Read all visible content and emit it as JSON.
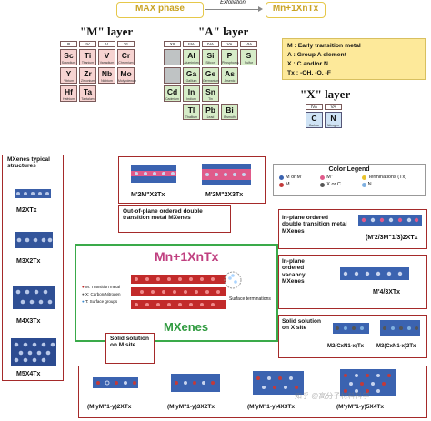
{
  "header": {
    "max_phase": "MAX phase",
    "exfoliation": "Exfoliation",
    "mxene_formula": "Mn+1XnTx"
  },
  "layers": {
    "m_title": "\"M\" layer",
    "a_title": "\"A\" layer",
    "x_title": "\"X\" layer"
  },
  "m_groups": [
    "III",
    "IV",
    "V",
    "VI"
  ],
  "m_elements": [
    {
      "sym": "Sc",
      "name": "Scandium"
    },
    {
      "sym": "Ti",
      "name": "Titanium"
    },
    {
      "sym": "V",
      "name": "Vanadium"
    },
    {
      "sym": "Cr",
      "name": "Chromium"
    },
    {
      "sym": "Y",
      "name": "Yttrium"
    },
    {
      "sym": "Zr",
      "name": "Zirconium"
    },
    {
      "sym": "Nb",
      "name": "Niobium"
    },
    {
      "sym": "Mo",
      "name": "Molybdenum"
    },
    {
      "sym": "Hf",
      "name": "Hafnium"
    },
    {
      "sym": "Ta",
      "name": "Tantalum"
    }
  ],
  "a_groups": [
    "XII",
    "IIIA",
    "IVA",
    "VA",
    "VIA"
  ],
  "a_elements": [
    {
      "sym": "Al",
      "name": "Aluminium"
    },
    {
      "sym": "Si",
      "name": "Silicon"
    },
    {
      "sym": "P",
      "name": "Phosphorus"
    },
    {
      "sym": "S",
      "name": "Sulfur"
    },
    {
      "sym": "Ga",
      "name": "Gallium"
    },
    {
      "sym": "Ge",
      "name": "Germanium"
    },
    {
      "sym": "As",
      "name": "Arsenic"
    },
    {
      "sym": "Cd",
      "name": "Cadmium"
    },
    {
      "sym": "In",
      "name": "Indium"
    },
    {
      "sym": "Sn",
      "name": "Tin"
    },
    {
      "sym": "Tl",
      "name": "Thallium"
    },
    {
      "sym": "Pb",
      "name": "Lead"
    },
    {
      "sym": "Bi",
      "name": "Bismuth"
    }
  ],
  "x_groups": [
    "IVA",
    "VA"
  ],
  "x_elements": [
    {
      "sym": "C",
      "name": "Carbon"
    },
    {
      "sym": "N",
      "name": "Nitrogen"
    }
  ],
  "key": {
    "line1": "M : Early transition metal",
    "line2": "A : Group A element",
    "line3": "X : C and/or N",
    "line4": "Tx : -OH, -O, -F"
  },
  "typical": {
    "title": "MXenes typical structures",
    "f1": "M2XTx",
    "f2": "M3X2Tx",
    "f3": "M4X3Tx",
    "f4": "M5X4Tx"
  },
  "out_of_plane": {
    "f1": "M'2M\"X2Tx",
    "f2": "M'2M\"2X3Tx",
    "caption": "Out-of-plane ordered double transition metal MXenes"
  },
  "legend": {
    "title": "Color Legend",
    "items": [
      "M or M'",
      "M\"",
      "Terminations (Tx)",
      "M",
      "X or C",
      "N"
    ]
  },
  "in_plane": {
    "label": "In-plane ordered double transition metal MXenes",
    "formula": "(M'2/3M\"1/3)2XTx"
  },
  "vacancy": {
    "label": "In-plane ordered vacancy MXenes",
    "formula": "M'4/3XTx"
  },
  "center": {
    "formula": "Mn+1XnTx",
    "legend1": "M: Transition metal",
    "legend2": "X: Carbon/Nitrogen",
    "legend3": "T: Surface groups",
    "terminations": "Surface terminations",
    "name": "MXenes"
  },
  "solid_x": {
    "label": "Solid solution on X site",
    "f1": "M2(CxN1-x)Tx",
    "f2": "M3(CxN1-x)2Tx"
  },
  "solid_m": {
    "label": "Solid solution on M site",
    "f1": "(M'yM\"1-y)2XTx",
    "f2": "(M'yM\"1-y)3X2Tx",
    "f3": "(M'yM\"1-y)4X3Tx",
    "f4": "(M'yM\"1-y)5X4Tx"
  },
  "watermark": "知乎 @高分子材料科学"
}
